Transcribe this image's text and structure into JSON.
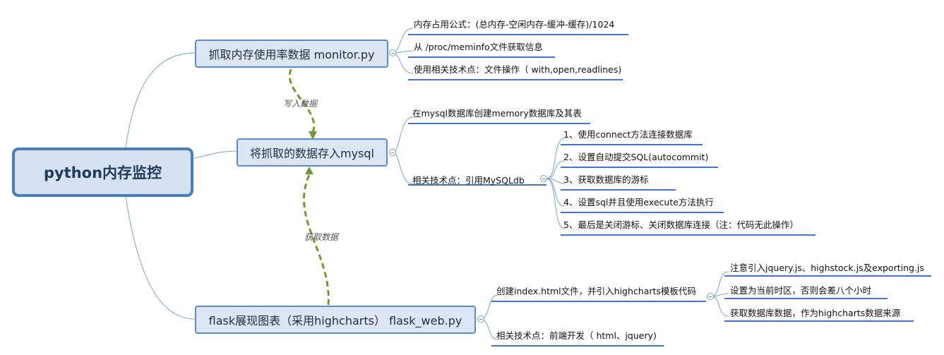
{
  "root": {
    "label": "python内存监控"
  },
  "branches": {
    "monitor": {
      "label": "抓取内存使用率数据 monitor.py",
      "items": [
        "内存占用公式：(总内存-空闲内存-缓冲-缓存)/1024",
        "从 /proc/meminfo文件获取信息",
        "使用相关技术点：文件操作（ with,open,readlines)"
      ]
    },
    "mysql": {
      "label": "将抓取的数据存入mysql",
      "create_db": "在mysql数据库创建memory数据库及其表",
      "tech": {
        "label": "相关技术点：引用MySQLdb",
        "steps": [
          "1、使用connect方法连接数据库",
          "2、设置自动提交SQL(autocommit)",
          "3、获取数据库的游标",
          "4、设置sql并且使用execute方法执行",
          "5、最后是关闭游标、关闭数据库连接（注：代码无此操作）"
        ]
      }
    },
    "flask": {
      "label": "flask展现图表（采用highcharts） flask_web.py",
      "create_index": {
        "label": "创建index.html文件，并引入highcharts模板代码",
        "items": [
          "注意引入jquery.js、highstock.js及exporting.js",
          "设置为当前时区，否则会差八个小时",
          "获取数据库数据，作为highcharts数据来源"
        ]
      },
      "tech": "相关技术点：前端开发（ html、jquery)"
    }
  },
  "relations": {
    "write": "写入数据",
    "fetch": "获取数据"
  },
  "colors": {
    "node_fill": "#dbe5f3",
    "node_border": "#5b8cc6",
    "connector": "#7da3d0",
    "underline": "#4472c4",
    "relation": "#6f9a37"
  }
}
